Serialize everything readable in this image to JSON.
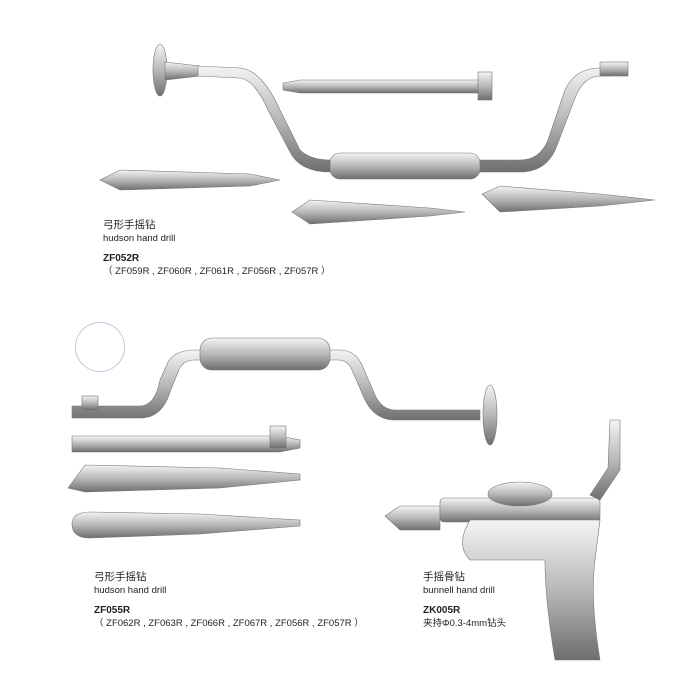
{
  "products": [
    {
      "name_cn": "弓形手摇钻",
      "name_en": "hudson hand drill",
      "code": "ZF052R",
      "detail": "（ ZF059R , ZF060R , ZF061R , ZF056R , ZF057R ）"
    },
    {
      "name_cn": "弓形手摇钻",
      "name_en": "hudson hand drill",
      "code": "ZF055R",
      "detail": "（ ZF062R , ZF063R , ZF066R , ZF067R , ZF056R , ZF057R ）"
    },
    {
      "name_cn": "手摇骨钻",
      "name_en": "bunnell hand drill",
      "code": "ZK005R",
      "detail": "夹持Φ0.3-4mm钻头"
    }
  ],
  "colors": {
    "steel_light": "#e6e6e6",
    "steel_dark": "#8a8a8a"
  }
}
